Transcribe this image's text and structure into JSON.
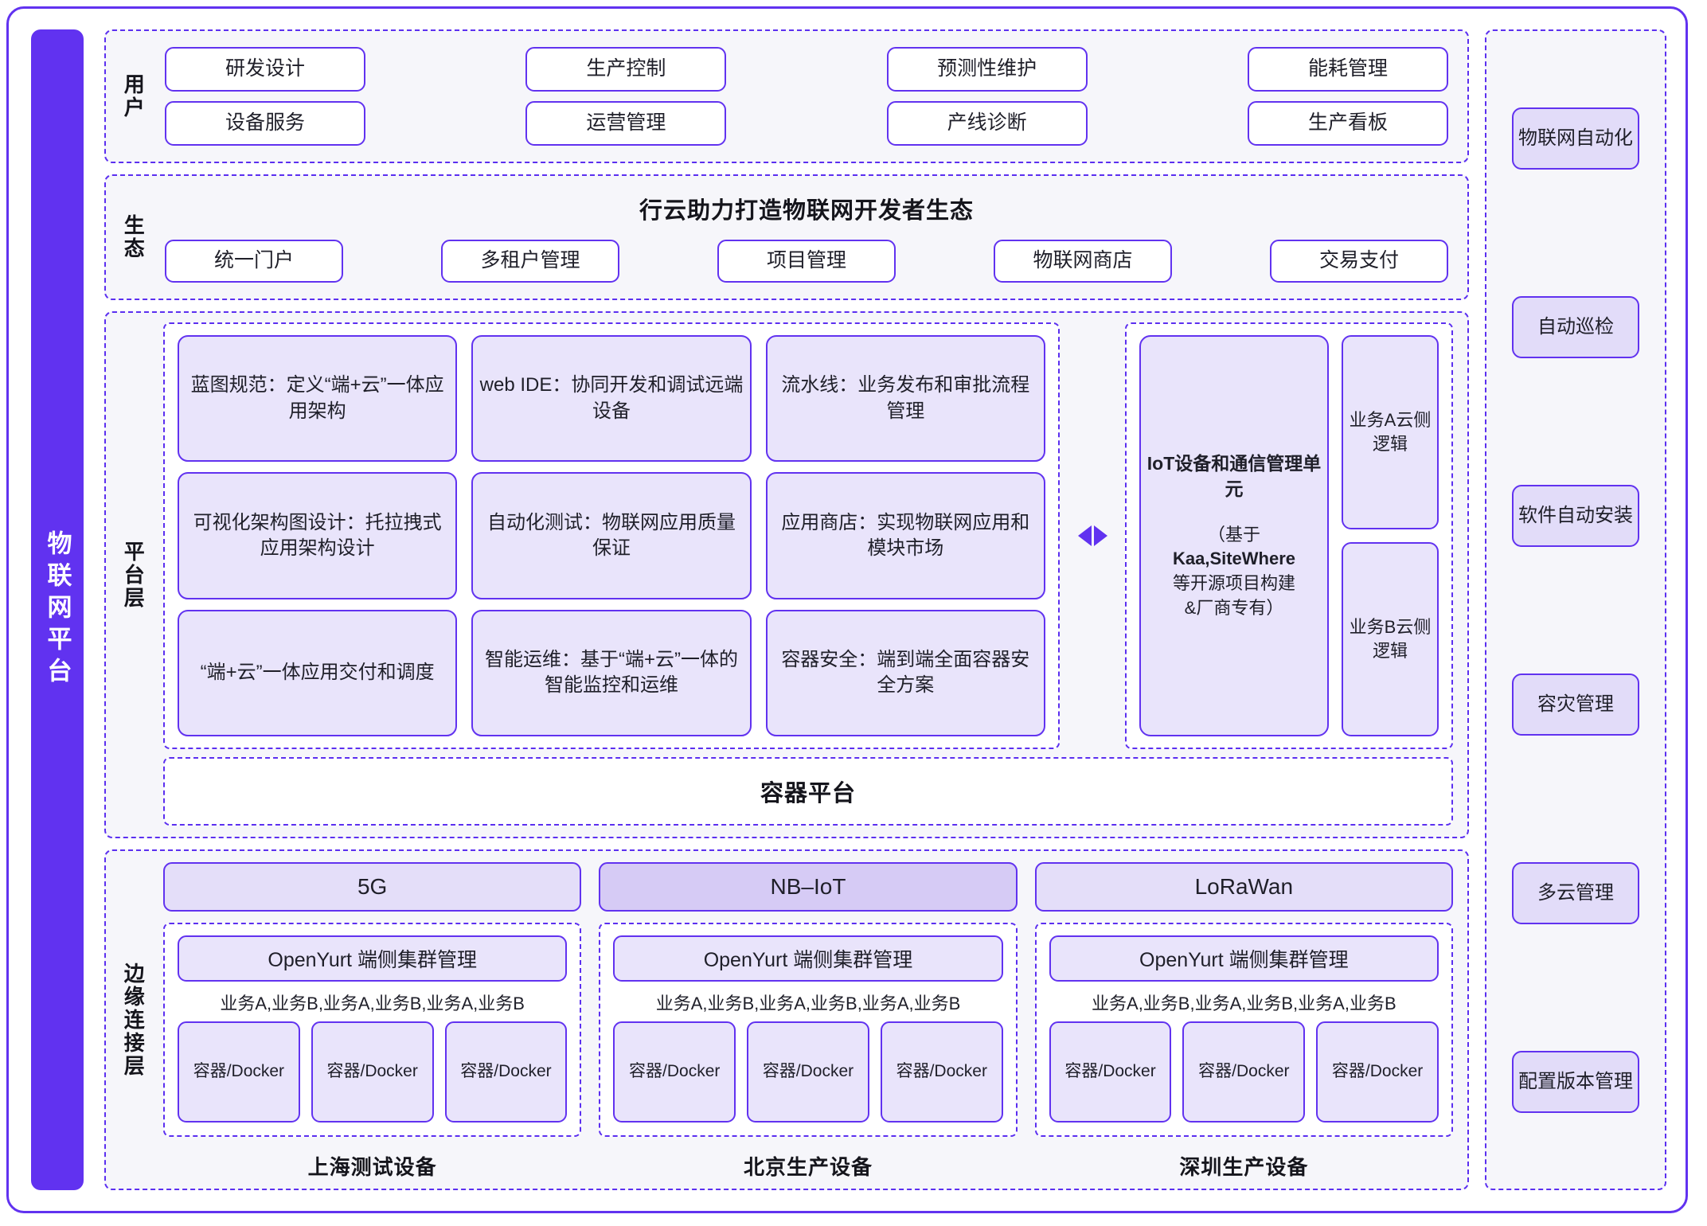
{
  "left_rail": {
    "title": "物联网平台"
  },
  "sections": {
    "user": {
      "label": "用户",
      "rows": [
        [
          "研发设计",
          "生产控制",
          "预测性维护",
          "能耗管理"
        ],
        [
          "设备服务",
          "运营管理",
          "产线诊断",
          "生产看板"
        ]
      ]
    },
    "eco": {
      "label": "生态",
      "title": "行云助力打造物联网开发者生态",
      "items": [
        "统一门户",
        "多租户管理",
        "项目管理",
        "物联网商店",
        "交易支付"
      ]
    },
    "platform": {
      "label": "平台层",
      "grid": [
        [
          "蓝图规范：定义“端+云”一体应用架构",
          "web IDE：协同开发和调试远端设备",
          "流水线：业务发布和审批流程管理"
        ],
        [
          "可视化架构图设计：托拉拽式应用架构设计",
          "自动化测试：物联网应用质量保证",
          "应用商店：实现物联网应用和模块市场"
        ],
        [
          "“端+云”一体应用交付和调度",
          "智能运维：基于“端+云”一体的智能监控和运维",
          "容器安全：端到端全面容器安全方案"
        ]
      ],
      "iot_unit": {
        "title": "IoT设备和通信管理单元",
        "sub_prefix": "（基于",
        "sub_bold": "Kaa,SiteWhere",
        "sub_line3": "等开源项目构建",
        "sub_line4": "&厂商专有）"
      },
      "business": [
        "业务A云侧逻辑",
        "业务B云侧逻辑"
      ],
      "container_platform": "容器平台",
      "arrow_left_icon": "triangle-left-icon",
      "arrow_right_icon": "triangle-right-icon"
    },
    "edge": {
      "label": "边缘连接层",
      "columns": [
        {
          "network": "5G",
          "network_highlight": false,
          "openyurt": "OpenYurt 端侧集群管理",
          "business_line": "业务A,业务B,业务A,业务B,业务A,业务B",
          "containers": [
            "容器/Docker",
            "容器/Docker",
            "容器/Docker"
          ],
          "caption": "上海测试设备"
        },
        {
          "network": "NB–IoT",
          "network_highlight": true,
          "openyurt": "OpenYurt 端侧集群管理",
          "business_line": "业务A,业务B,业务A,业务B,业务A,业务B",
          "containers": [
            "容器/Docker",
            "容器/Docker",
            "容器/Docker"
          ],
          "caption": "北京生产设备"
        },
        {
          "network": "LoRaWan",
          "network_highlight": false,
          "openyurt": "OpenYurt 端侧集群管理",
          "business_line": "业务A,业务B,业务A,业务B,业务A,业务B",
          "containers": [
            "容器/Docker",
            "容器/Docker",
            "容器/Docker"
          ],
          "caption": "深圳生产设备"
        }
      ]
    }
  },
  "right_rail": {
    "items": [
      "物联网自动化",
      "自动巡检",
      "软件自动安装",
      "容灾管理",
      "多云管理",
      "配置版本管理"
    ]
  },
  "colors": {
    "accent": "#6132f0",
    "dashed_border": "#5b2ff0",
    "section_bg": "#f6f6fa",
    "pill_fill": "#e9e4fb",
    "pill_fill_strong": "#d6cbf5",
    "text": "#1f1f29"
  }
}
